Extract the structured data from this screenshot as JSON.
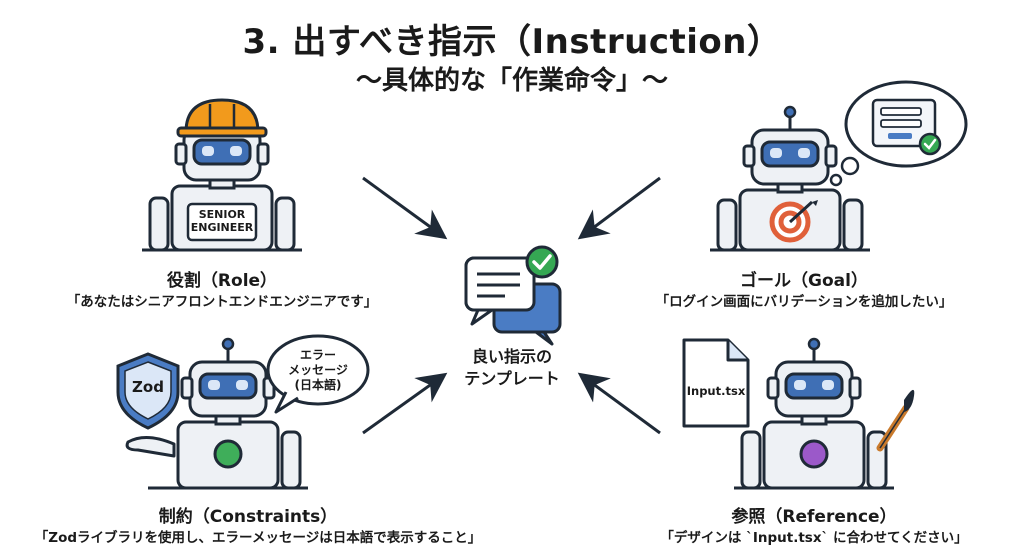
{
  "header": {
    "title": "3. 出すべき指示（Instruction）",
    "subtitle": "〜具体的な「作業命令」〜"
  },
  "center": {
    "line1": "良い指示の",
    "line2": "テンプレート"
  },
  "role": {
    "label": "役割（Role）",
    "desc": "「あなたはシニアフロントエンドエンジニアです」",
    "badge_line1": "SENIOR",
    "badge_line2": "ENGINEER"
  },
  "goal": {
    "label": "ゴール（Goal）",
    "desc": "「ログイン画面にバリデーションを追加したい」"
  },
  "constraints": {
    "label": "制約（Constraints）",
    "desc": "「Zodライブラリを使用し、エラーメッセージは日本語で表示すること」",
    "shield_text": "Zod",
    "bubble_line1": "エラー",
    "bubble_line2": "メッセージ",
    "bubble_line3": "(日本語)"
  },
  "reference": {
    "label": "参照（Reference）",
    "desc": "「デザインは `Input.tsx` に合わせてください」",
    "file_name": "Input.tsx"
  },
  "colors": {
    "outline": "#1f2a37",
    "robot_body": "#eef1f5",
    "visor": "#3f6fb5",
    "helmet": "#f29a1c",
    "target_red": "#e0603a",
    "green": "#3fae5a",
    "purple": "#9b59c9",
    "chat_blue": "#4a7cc4",
    "check_green": "#35a853"
  }
}
